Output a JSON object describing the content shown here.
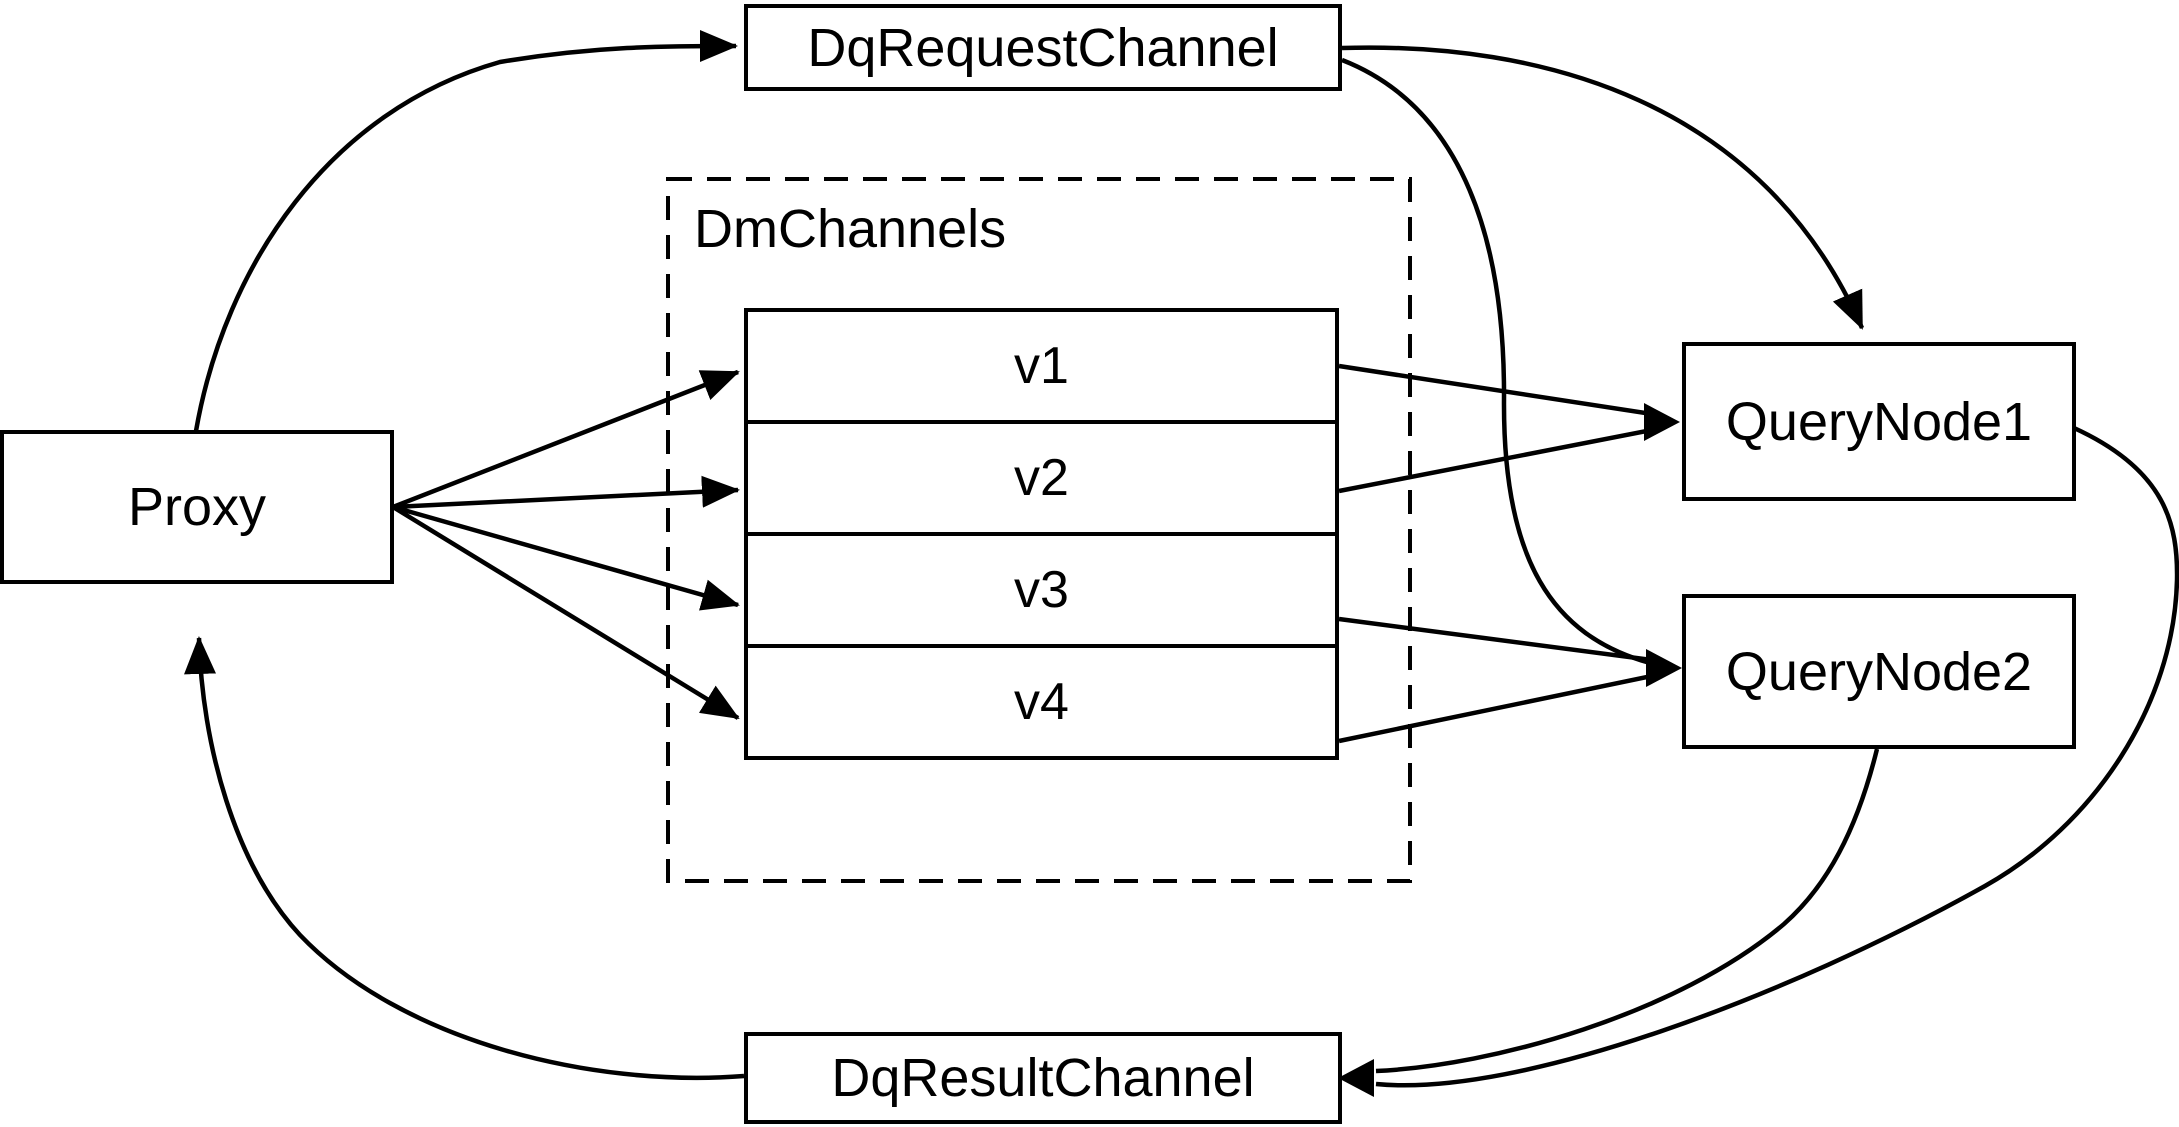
{
  "canvas": {
    "background_color": "#ffffff",
    "line_color": "#000000",
    "text_color": "#000000"
  },
  "nodes": {
    "proxy": {
      "label": "Proxy"
    },
    "dq_request_channel": {
      "label": "DqRequestChannel"
    },
    "dm_channels_group": {
      "label": "DmChannels"
    },
    "channels": [
      {
        "label": "v1"
      },
      {
        "label": "v2"
      },
      {
        "label": "v3"
      },
      {
        "label": "v4"
      }
    ],
    "query_node_1": {
      "label": "QueryNode1"
    },
    "query_node_2": {
      "label": "QueryNode2"
    },
    "dq_result_channel": {
      "label": "DqResultChannel"
    }
  },
  "edges": [
    {
      "from": "Proxy",
      "to": "DqRequestChannel",
      "style": "curved",
      "arrow": true
    },
    {
      "from": "Proxy",
      "to": "v1",
      "style": "straight",
      "arrow": true
    },
    {
      "from": "Proxy",
      "to": "v2",
      "style": "straight",
      "arrow": true
    },
    {
      "from": "Proxy",
      "to": "v3",
      "style": "straight",
      "arrow": true
    },
    {
      "from": "Proxy",
      "to": "v4",
      "style": "straight",
      "arrow": true
    },
    {
      "from": "DqRequestChannel",
      "to": "QueryNode1",
      "style": "curved",
      "arrow": true
    },
    {
      "from": "DqRequestChannel",
      "to": "QueryNode2",
      "style": "curved",
      "arrow": true
    },
    {
      "from": "v1",
      "to": "QueryNode1",
      "style": "straight",
      "arrow": true
    },
    {
      "from": "v2",
      "to": "QueryNode1",
      "style": "straight",
      "arrow": true
    },
    {
      "from": "v3",
      "to": "QueryNode2",
      "style": "straight",
      "arrow": true
    },
    {
      "from": "v4",
      "to": "QueryNode2",
      "style": "straight",
      "arrow": true
    },
    {
      "from": "QueryNode1",
      "to": "DqResultChannel",
      "style": "curved",
      "arrow": true
    },
    {
      "from": "QueryNode2",
      "to": "DqResultChannel",
      "style": "curved",
      "arrow": true
    },
    {
      "from": "DqResultChannel",
      "to": "Proxy",
      "style": "curved",
      "arrow": true
    }
  ]
}
